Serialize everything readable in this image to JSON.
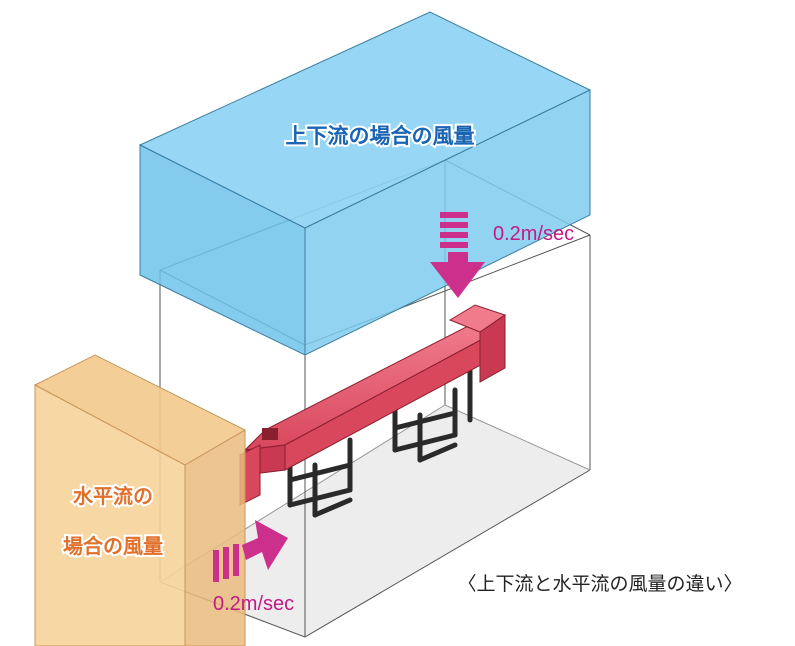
{
  "diagram": {
    "vertical_flow_label": "上下流の場合の風量",
    "horizontal_flow_label_line1": "水平流の",
    "horizontal_flow_label_line2": "場合の風量",
    "top_speed": "0.2m/sec",
    "side_speed": "0.2m/sec",
    "caption": "〈上下流と水平流の風量の違い〉"
  },
  "colors": {
    "vertical_box": "#7ecbef",
    "horizontal_box": "#f6d39a",
    "vertical_label": "#1a64b4",
    "horizontal_label": "#e0702a",
    "flow_arrow": "#cc2f8c",
    "speed_text": "#c41a86",
    "duct": "#d9475d",
    "floor": "#ededed"
  }
}
